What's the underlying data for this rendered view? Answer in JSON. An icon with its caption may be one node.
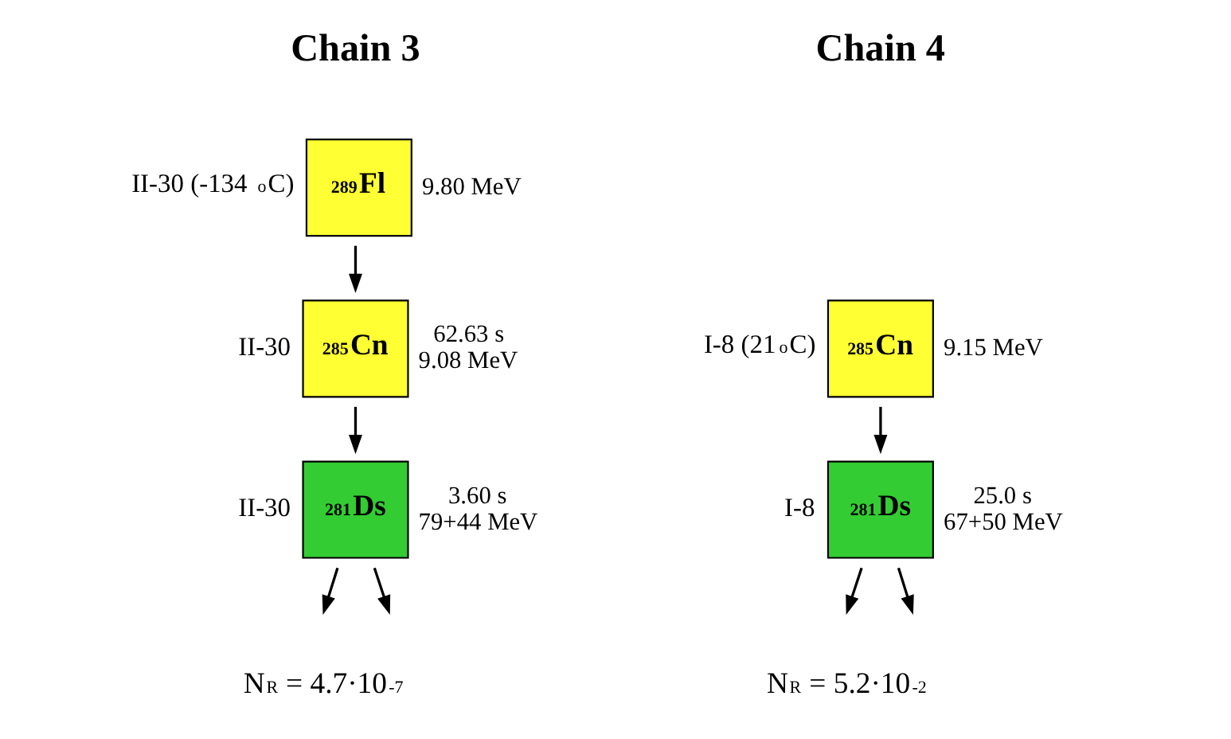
{
  "diagram": {
    "nodes": [
      {
        "text": [
          "$^{289}$Fl"
        ],
        "beside": [
          "II-30 (-134 $^{o}$C)",
          "9.80 MeV"
        ]
      },
      {
        "text": [
          "$^{285}$Cn"
        ],
        "beside": [
          "II-30",
          "62.63 s",
          "9.08 MeV"
        ]
      },
      {
        "text": [
          "$^{281}$Ds"
        ],
        "beside": [
          "II-30",
          "3.60 s",
          "79+44 MeV"
        ]
      },
      {
        "text": [
          "$^{285}$Cn"
        ],
        "beside": [
          "I-8 (21$^{o}$C)",
          "9.15 MeV"
        ]
      },
      {
        "text": [
          "$^{281}$Ds"
        ],
        "beside": [
          "I-8",
          "25.0 s",
          "67+50 MeV"
        ]
      }
    ],
    "edges": [
      {
        "from": 0,
        "to": 1,
        "arrow": "to"
      },
      {
        "from": 1,
        "to": 2,
        "arrow": "to"
      },
      {
        "from": 2,
        "to": null,
        "arrow": "to"
      },
      {
        "from": 2,
        "to": null,
        "arrow": "to"
      },
      {
        "from": 3,
        "to": 4,
        "arrow": "to"
      },
      {
        "from": 4,
        "to": null,
        "arrow": "to"
      },
      {
        "from": 4,
        "to": null,
        "arrow": "to"
      }
    ],
    "labels": [
      "Chain 3",
      "Chain 4",
      "N$_{R}$ = 4.7·10$^{-7}$",
      "N$_{R}$ = 5.2·10$^{-2}$"
    ]
  }
}
